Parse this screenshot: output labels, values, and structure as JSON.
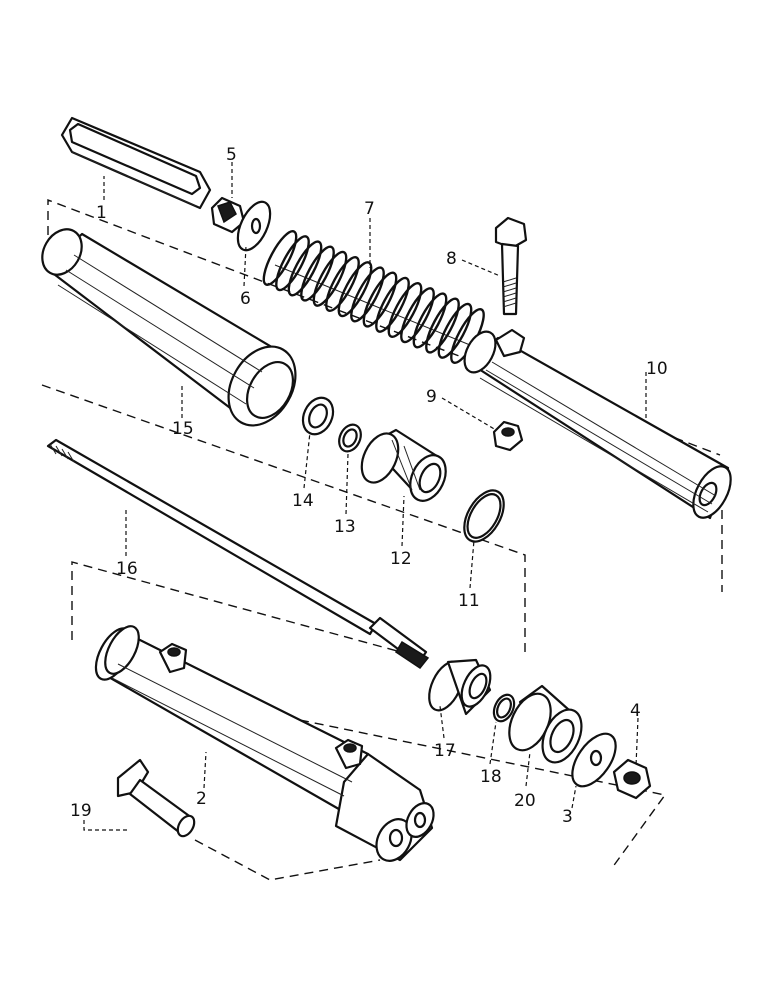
{
  "callouts": {
    "p1": "1",
    "p2": "2",
    "p3": "3",
    "p4": "4",
    "p5": "5",
    "p6": "6",
    "p7": "7",
    "p8": "8",
    "p9": "9",
    "p10": "10",
    "p11": "11",
    "p12": "12",
    "p13": "13",
    "p14": "14",
    "p15": "15",
    "p16": "16",
    "p17": "17",
    "p18": "18",
    "p19": "19",
    "p20": "20"
  },
  "colors": {
    "ink": "#111111",
    "paper": "#ffffff"
  }
}
